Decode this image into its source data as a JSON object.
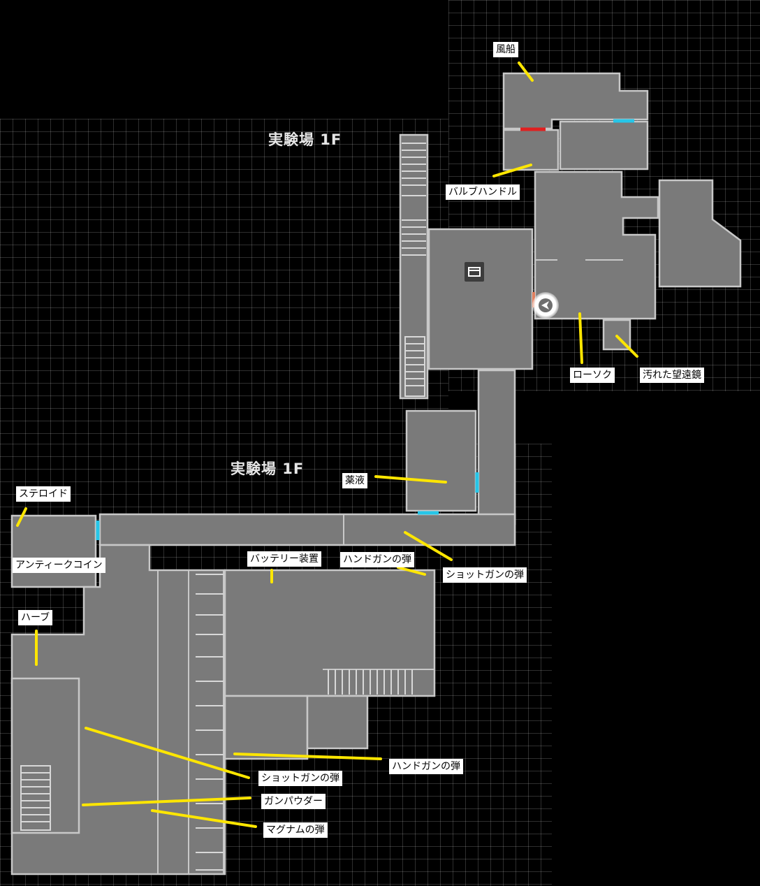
{
  "map": {
    "floor_titles": [
      "実験場 1F",
      "実験場 1F"
    ],
    "colors": {
      "background": "#000000",
      "room": "#7a7a7a",
      "wall": "#c8c8c8",
      "marker_line": "#ffe600",
      "door_cyan": "#26c6e8",
      "door_red": "#e02020"
    },
    "icons": {
      "player": "player-direction-arrow-icon",
      "save": "typewriter-save-icon"
    }
  },
  "items": [
    {
      "name": "balloon",
      "text": "風船"
    },
    {
      "name": "valve-handle",
      "text": "バルブハンドル"
    },
    {
      "name": "candle",
      "text": "ローソク"
    },
    {
      "name": "dirty-telescope",
      "text": "汚れた望遠鏡"
    },
    {
      "name": "medicine",
      "text": "薬液"
    },
    {
      "name": "steroid",
      "text": "ステロイド"
    },
    {
      "name": "antique-coin",
      "text": "アンティークコイン"
    },
    {
      "name": "battery-device",
      "text": "バッテリー装置"
    },
    {
      "name": "handgun-ammo-1",
      "text": "ハンドガンの弾"
    },
    {
      "name": "shotgun-ammo-1",
      "text": "ショットガンの弾"
    },
    {
      "name": "herb",
      "text": "ハーブ"
    },
    {
      "name": "handgun-ammo-2",
      "text": "ハンドガンの弾"
    },
    {
      "name": "shotgun-ammo-2",
      "text": "ショットガンの弾"
    },
    {
      "name": "gunpowder",
      "text": "ガンパウダー"
    },
    {
      "name": "magnum-ammo",
      "text": "マグナムの弾"
    }
  ]
}
